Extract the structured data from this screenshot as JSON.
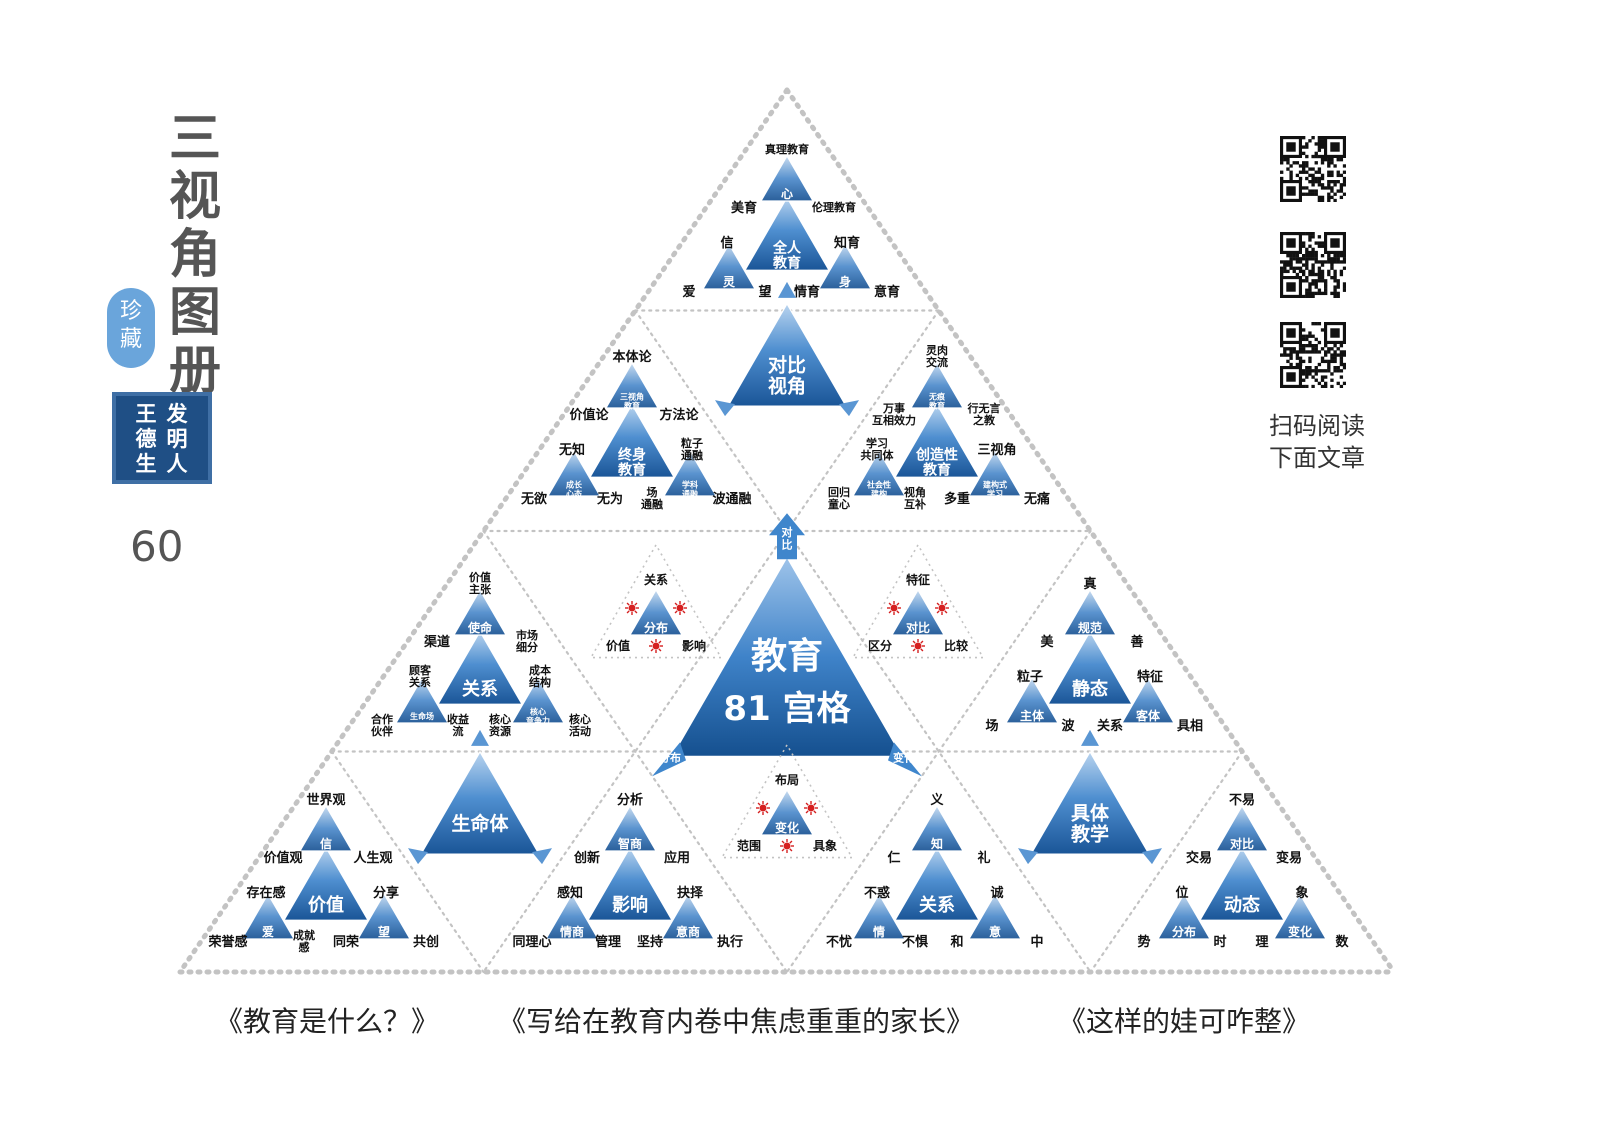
{
  "side": {
    "title": [
      "三",
      "视",
      "角",
      "图",
      "册"
    ],
    "seal": "珍藏",
    "stamp": [
      "发",
      "明",
      "人",
      "王",
      "德",
      "生"
    ],
    "page_number": "60"
  },
  "qr": {
    "caption_line1": "扫码阅读",
    "caption_line2": "下面文章"
  },
  "bottom_titles": [
    "《教育是什么？》",
    "《写给在教育内卷中焦虑重重的家长》",
    "《这样的娃可咋整》"
  ],
  "colors": {
    "blue_dark": "#1f5f9f",
    "blue_light": "#a8c8ea",
    "dash": "#c3c3c3",
    "red": "#d52020"
  },
  "center": {
    "line1": "教育",
    "line2": "81 宫格",
    "arrow_top": "对比",
    "arrow_left": "分布",
    "arrow_right": "变化"
  },
  "triads": [
    {
      "big": "全人\n教育",
      "top_big": "心",
      "left_big": "灵",
      "right_big": "身",
      "labels": [
        "真理教育",
        "美育",
        "伦理教育",
        "信",
        "知育",
        "爱",
        "望",
        "情育",
        "意育"
      ]
    },
    {
      "big": "对比\n视角"
    },
    {
      "big": "终身\n教育",
      "top_big": "三视角\n教育",
      "left_big": "成长\n心态",
      "right_big": "学科\n通融",
      "labels": [
        "本体论",
        "价值论",
        "方法论",
        "无知",
        "粒子\n通融",
        "无欲",
        "无为",
        "场\n通融",
        "波通融"
      ]
    },
    {
      "big": "创造性\n教育",
      "top_big": "无痕\n教育",
      "left_big": "社会性\n建构",
      "right_big": "建构式\n学习",
      "labels": [
        "灵肉\n交流",
        "万事\n互相效力",
        "行无言\n之教",
        "学习\n共同体",
        "三视角",
        "回归\n童心",
        "视角\n互补",
        "多重",
        "无痛"
      ]
    },
    {
      "big": "关系",
      "top_big": "使命",
      "left_big": "生命场",
      "right_big": "核心\n竞争力",
      "labels": [
        "价值\n主张",
        "渠道",
        "市场\n细分",
        "顾客\n关系",
        "成本\n结构",
        "合作\n伙伴",
        "收益\n流",
        "核心\n资源",
        "核心\n活动"
      ]
    },
    {
      "big": "静态",
      "top_big": "规范",
      "left_big": "主体",
      "right_big": "客体",
      "labels": [
        "真",
        "美",
        "善",
        "粒子",
        "特征",
        "场",
        "波",
        "关系",
        "具相"
      ]
    },
    {
      "big": "生命体"
    },
    {
      "big": "价值",
      "top_big": "信",
      "left_big": "爱",
      "right_big": "望",
      "labels": [
        "世界观",
        "价值观",
        "人生观",
        "存在感",
        "分享",
        "荣誉感",
        "成就\n感",
        "同荣",
        "共创"
      ]
    },
    {
      "big": "影响",
      "top_big": "智商",
      "left_big": "情商",
      "right_big": "意商",
      "labels": [
        "分析",
        "创新",
        "应用",
        "感知",
        "抉择",
        "同理心",
        "管理",
        "坚持",
        "执行"
      ]
    },
    {
      "big": "关系",
      "top_big": "知",
      "left_big": "情",
      "right_big": "意",
      "labels": [
        "义",
        "仁",
        "礼",
        "不惑",
        "诚",
        "不忧",
        "不惧",
        "和",
        "中"
      ]
    },
    {
      "big": "具体\n教学"
    },
    {
      "big": "动态",
      "top_big": "对比",
      "left_big": "分布",
      "right_big": "变化",
      "labels": [
        "不易",
        "交易",
        "变易",
        "位",
        "象",
        "势",
        "时",
        "理",
        "数"
      ]
    }
  ],
  "minis": [
    {
      "core": "分布",
      "labels": [
        "关系",
        "价值",
        "影响"
      ]
    },
    {
      "core": "对比",
      "labels": [
        "特征",
        "区分",
        "比较"
      ]
    },
    {
      "core": "变化",
      "labels": [
        "布局",
        "范围",
        "具象"
      ]
    }
  ]
}
